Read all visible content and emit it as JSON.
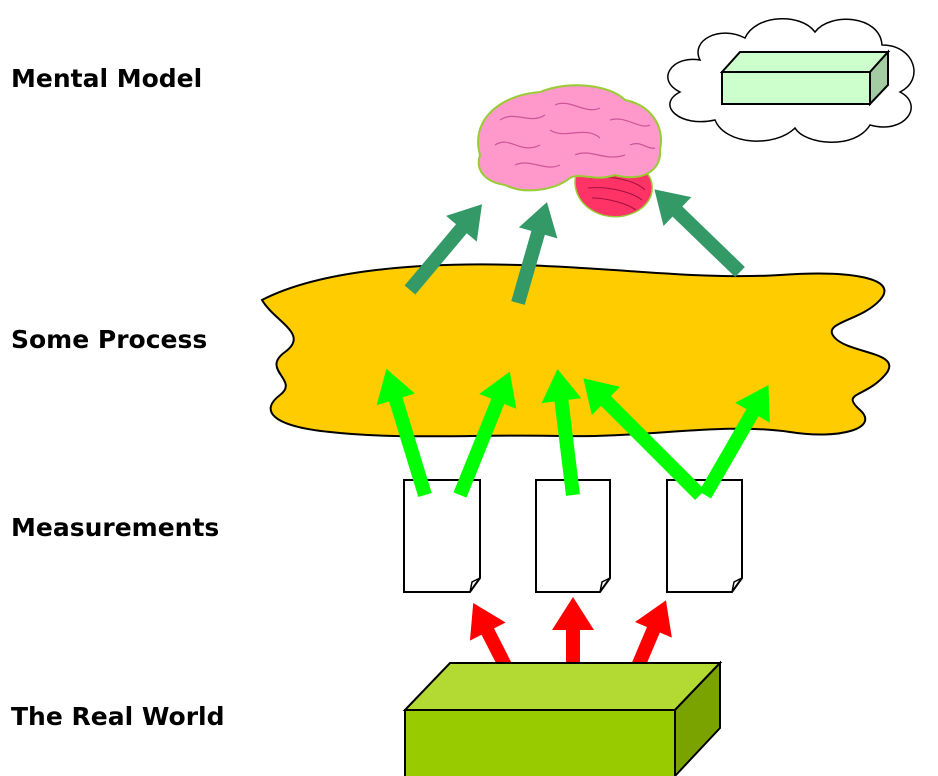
{
  "labels": {
    "mental_model": "Mental Model",
    "some_process": "Some Process",
    "measurements": "Measurements",
    "real_world": "The Real World"
  },
  "colors": {
    "real_world_box": "#99cc00",
    "real_world_box_top": "#b3da33",
    "real_world_box_side": "#7aa300",
    "thought_box": "#ccffcc",
    "process_blob": "#ffcc00",
    "brain": "#ff99cc",
    "cerebellum": "#ff3366",
    "brain_outline": "#99cc33",
    "arrow_red": "#ff0000",
    "arrow_green": "#00ff00",
    "arrow_dark_green": "#339966"
  }
}
